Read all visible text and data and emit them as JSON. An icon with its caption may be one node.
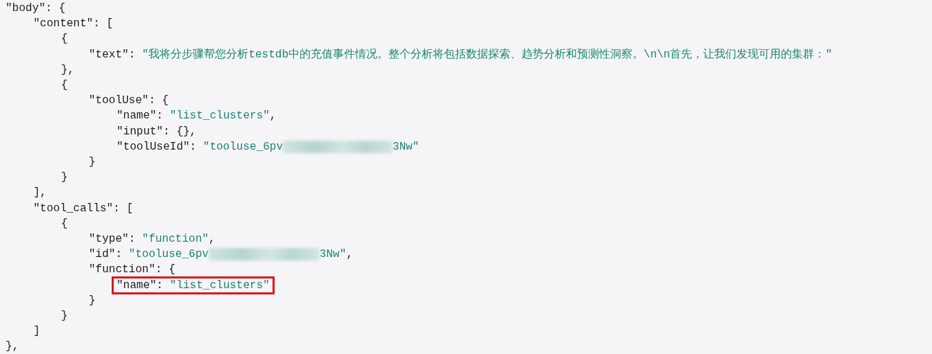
{
  "diagram": {
    "nodes": [
      {
        "text": [
          "\"name\":",
          "\"list_clusters\""
        ]
      }
    ],
    "labels": [
      "\"body\": {",
      "\"content\": [",
      "{",
      "\"text\":",
      "\"我将分步骤帮您分析testdb中的充值事件情况。整个分析将包括数据探索、趋势分析和预测性洞察。\\n\\n首先，让我们发现可用的集群：\"",
      "},",
      "{",
      "\"toolUse\": {",
      "\"name\":",
      "\"list_clusters\"",
      ",",
      "\"input\": {},",
      "\"toolUseId\":",
      "\"tooluse_6pv",
      "3Nw\"",
      "}",
      "}",
      "],",
      "\"tool_calls\": [",
      "{",
      "\"type\":",
      "\"function\"",
      ",",
      "\"id\":",
      "\"tooluse_6pv",
      "3Nw\"",
      ",",
      "\"function\": {",
      "}",
      "}",
      "]",
      "},"
    ]
  }
}
